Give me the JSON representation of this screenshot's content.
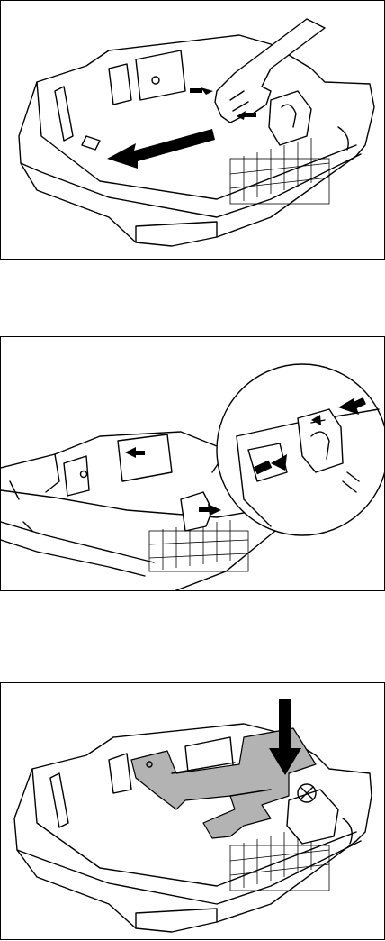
{
  "figure": {
    "panels": [
      {
        "id": "step-1",
        "icons": [
          "paper-tray-icon",
          "hand-icon",
          "slide-left-arrow-icon",
          "squeeze-arrows-icon"
        ]
      },
      {
        "id": "step-2",
        "icons": [
          "paper-tray-icon",
          "magnifier-callout-icon",
          "squeeze-arrows-icon"
        ]
      },
      {
        "id": "step-3",
        "icons": [
          "paper-tray-icon",
          "paper-guide-insert-icon",
          "press-down-arrow-icon"
        ]
      }
    ],
    "colors": {
      "line": "#000000",
      "background": "#ffffff",
      "highlight": "#b3b3b3"
    }
  }
}
